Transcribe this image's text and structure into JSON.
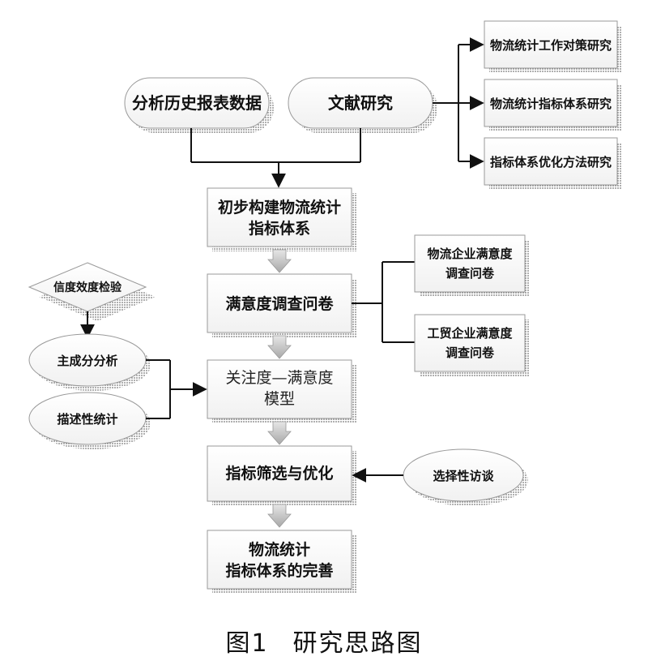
{
  "nodes": {
    "history_data": "分析历史报表数据",
    "literature": "文献研究",
    "policy_research": "物流统计工作对策研究",
    "indicator_research": "物流统计指标体系研究",
    "optimization_research": "指标体系优化方法研究",
    "initial_build_line1": "初步构建物流统计",
    "initial_build_line2": "指标体系",
    "survey": "满意度调查问卷",
    "logistics_survey_line1": "物流企业满意度",
    "logistics_survey_line2": "调查问卷",
    "trade_survey_line1": "工贸企业满意度",
    "trade_survey_line2": "调查问卷",
    "reliability": "信度效度检验",
    "pca": "主成分分析",
    "descriptive": "描述性统计",
    "model_line1": "关注度—满意度",
    "model_line2": "模型",
    "screening": "指标筛选与优化",
    "interview": "选择性访谈",
    "final_line1": "物流统计",
    "final_line2": "指标体系的完善"
  },
  "caption": {
    "figure_no": "图1",
    "title": "研究思路图"
  }
}
